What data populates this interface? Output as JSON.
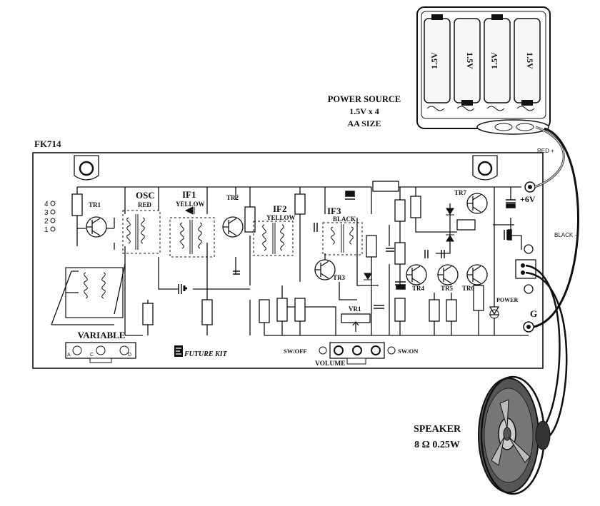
{
  "board": {
    "model": "FK714",
    "brand": "FUTURE KIT",
    "pin_numbers": [
      "4",
      "3",
      "2",
      "1"
    ]
  },
  "power_source": {
    "title": "POWER SOURCE",
    "spec": "1.5V x 4",
    "size": "AA SIZE",
    "cell_label": "1.5V",
    "red_wire": "RED +",
    "black_wire": "BLACK -"
  },
  "terminals": {
    "plus_6v": "+6V",
    "ground": "G",
    "power_led": "POWER"
  },
  "coils": {
    "osc": "OSC",
    "osc_color": "RED",
    "if1": "IF1",
    "if1_color": "YELLOW",
    "if2": "IF2",
    "if2_color": "YELLOW",
    "if3": "IF3",
    "if3_color": "BLACK"
  },
  "transistors": [
    "TR1",
    "TR2",
    "TR3",
    "TR4",
    "TR5",
    "TR6",
    "TR7"
  ],
  "variable": {
    "label": "VARIABLE",
    "pins": [
      "A",
      "C",
      "D"
    ]
  },
  "volume": {
    "label": "VOLUME",
    "vr": "VR1",
    "sw_off": "SW/OFF",
    "sw_on": "SW/ON"
  },
  "speaker": {
    "label": "SPEAKER",
    "spec": "8 Ω 0.25W"
  }
}
